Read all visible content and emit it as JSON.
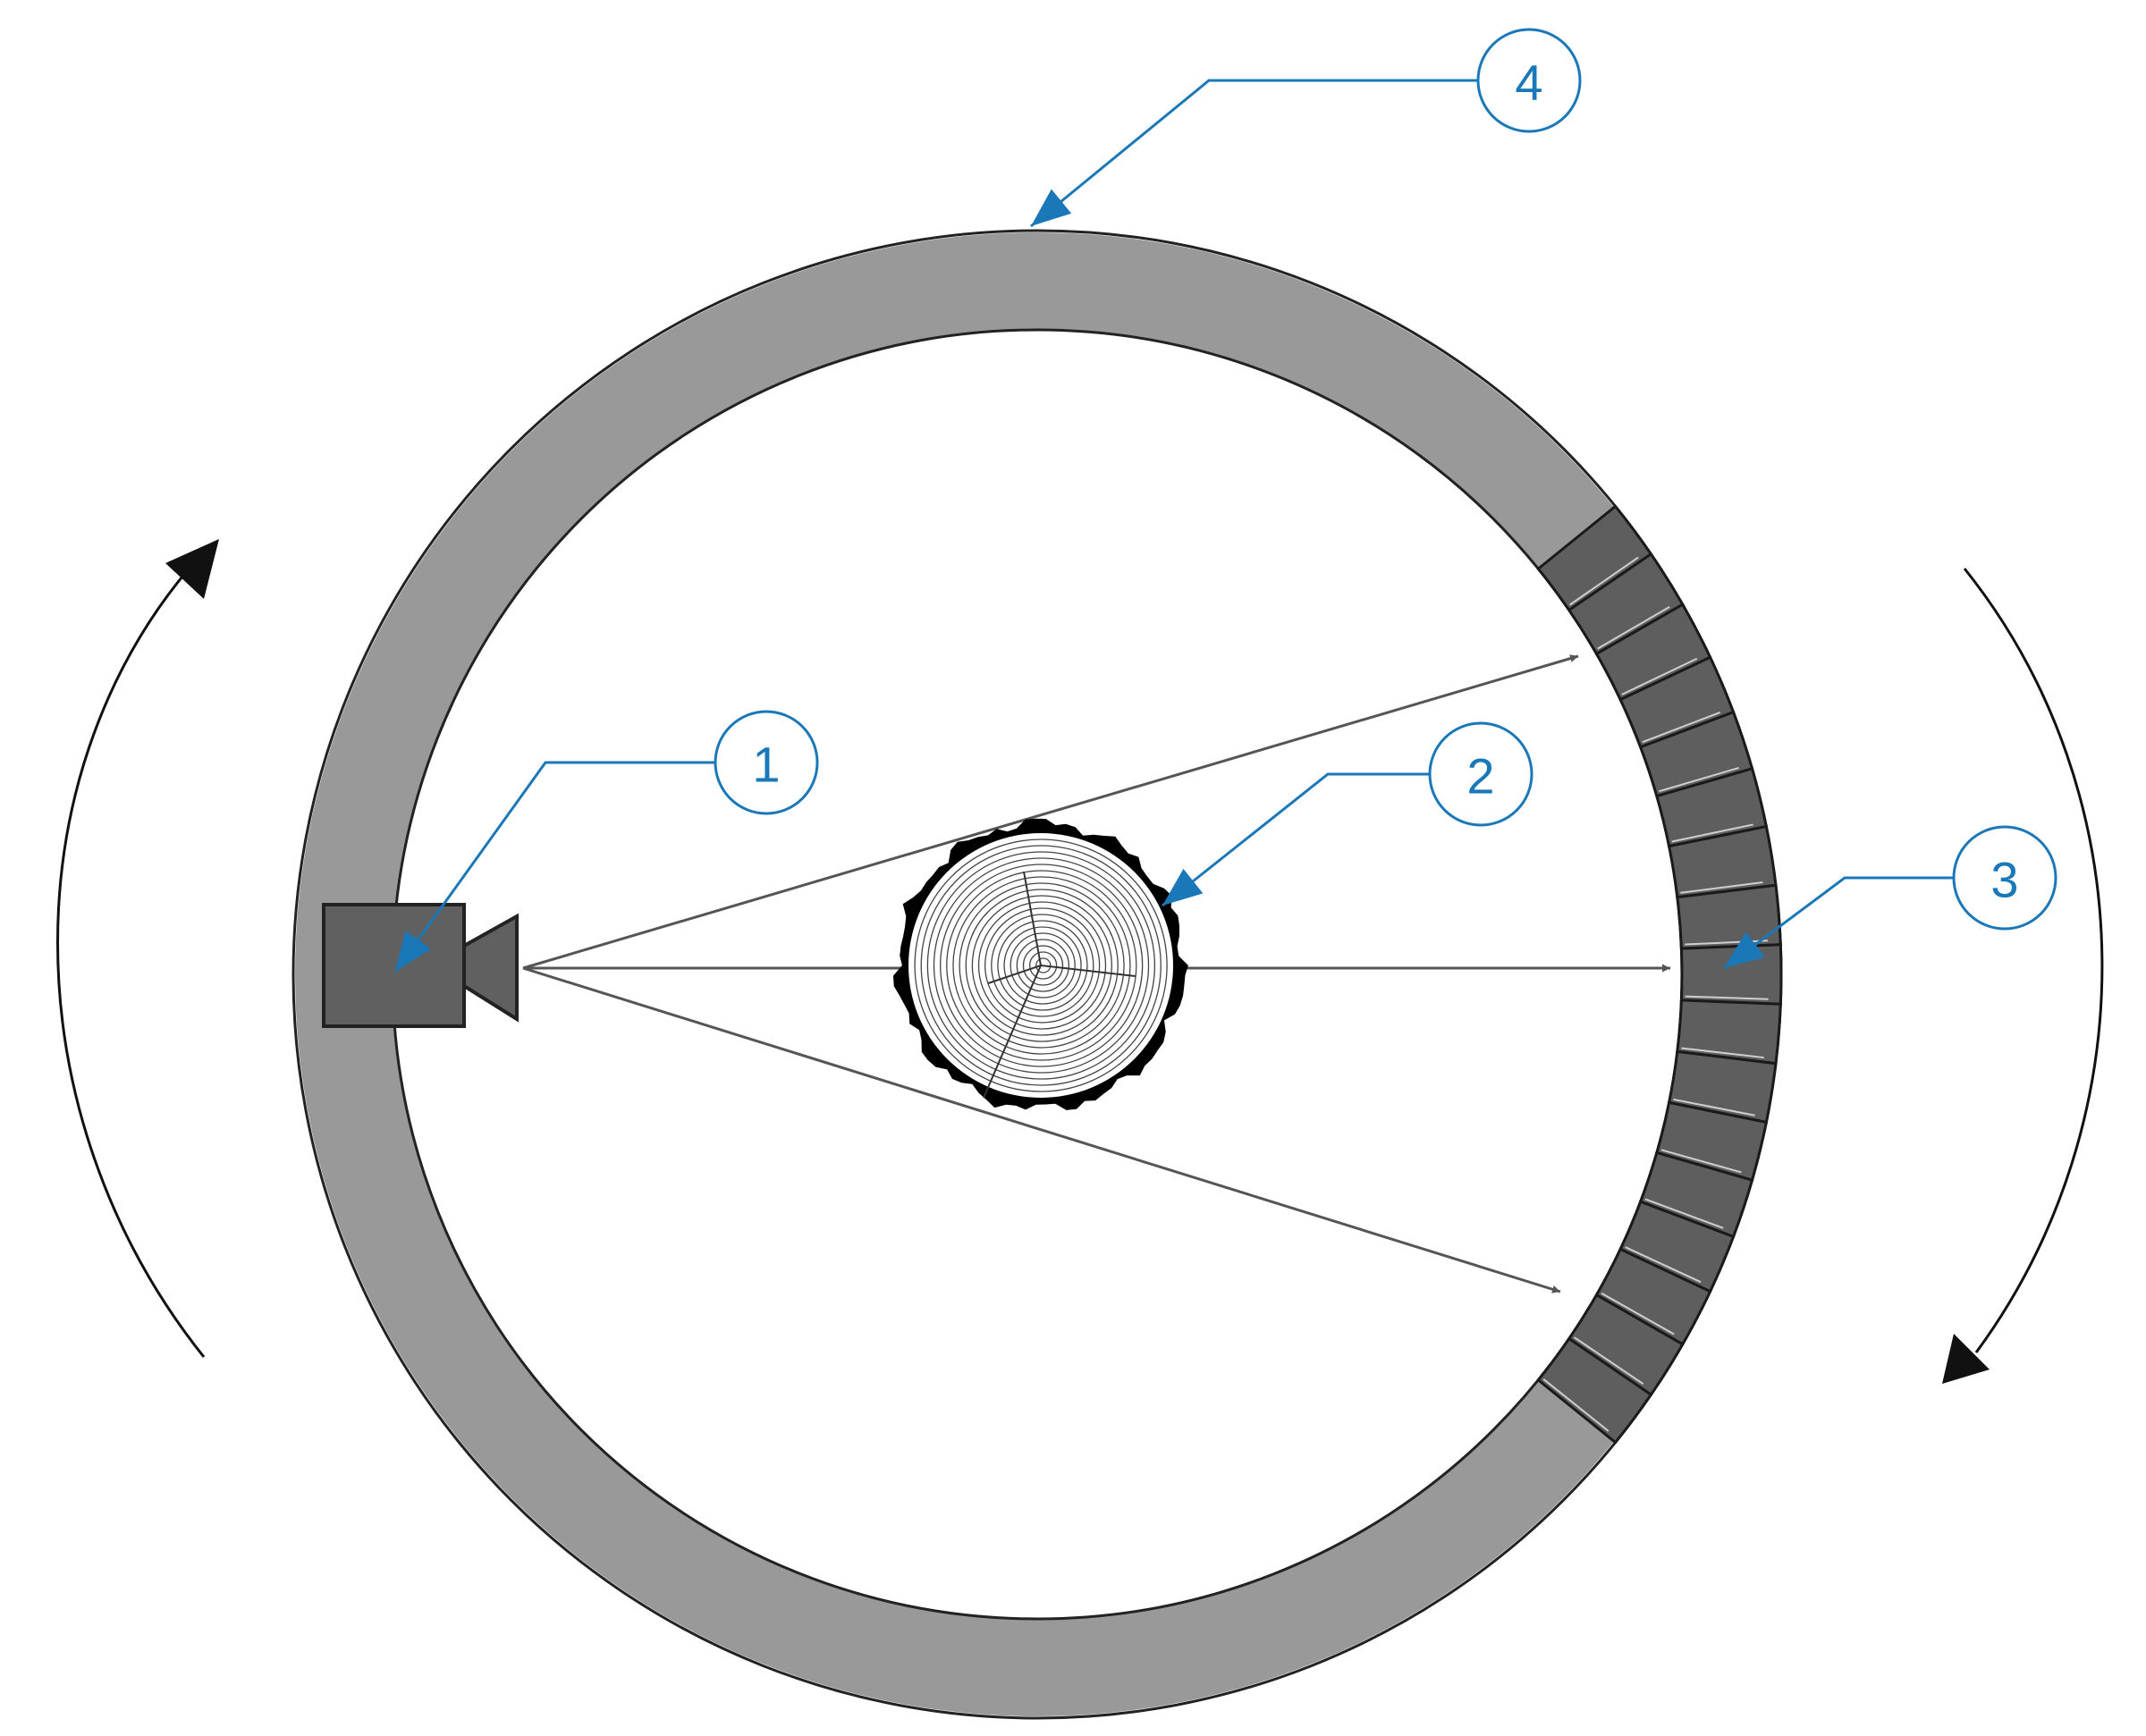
{
  "callouts": [
    {
      "id": "1",
      "label": "1"
    },
    {
      "id": "2",
      "label": "2"
    },
    {
      "id": "3",
      "label": "3"
    },
    {
      "id": "4",
      "label": "4"
    }
  ],
  "colors": {
    "gantry": "#999999",
    "source": "#606060",
    "detector": "#5e5e5e",
    "callout": "#1a78b8",
    "beam": "#555555",
    "outline": "#222222"
  },
  "icons": {
    "source": "x-ray-source-icon",
    "sample": "log-cross-section-icon",
    "detector": "detector-array-icon",
    "rotation": "rotation-arrow-icon"
  }
}
